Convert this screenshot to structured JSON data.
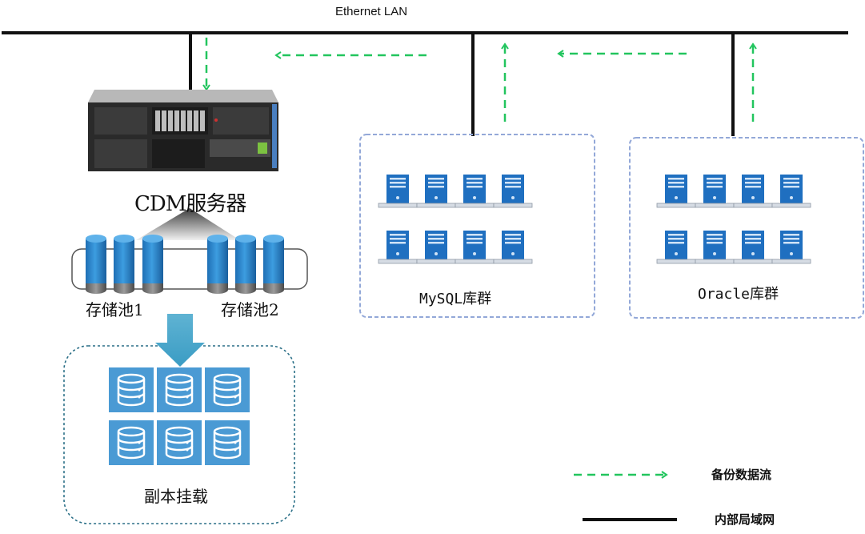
{
  "network": {
    "title": "Ethernet LAN"
  },
  "cdm": {
    "title": "CDM服务器"
  },
  "storage": {
    "pool1": "存储池1",
    "pool2": "存储池2"
  },
  "replica": {
    "label": "副本挂载"
  },
  "clusters": {
    "mysql": "MySQL库群",
    "oracle": "Oracle库群"
  },
  "legend": {
    "backup_flow": "备份数据流",
    "internal_lan": "内部局域网"
  },
  "colors": {
    "flow": "#22c55e",
    "lan": "#111111",
    "storage_blue": "#2f8fd0",
    "server_blue": "#1f6fc0",
    "cluster_border": "#93a8d8",
    "replica_border": "#2a6f87",
    "arrow_teal": "#45a6c8"
  }
}
